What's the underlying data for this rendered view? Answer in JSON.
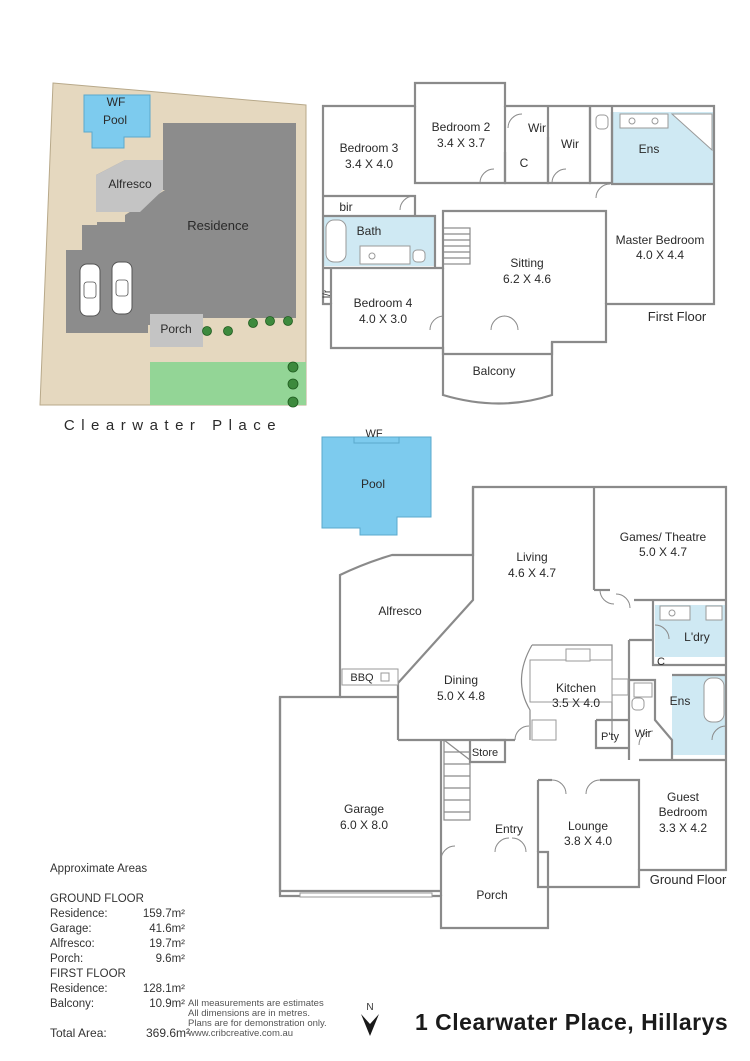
{
  "site_plan": {
    "street": "Clearwater Place",
    "labels": {
      "wf": "WF",
      "pool": "Pool",
      "alfresco": "Alfresco",
      "residence": "Residence",
      "porch": "Porch"
    }
  },
  "first_floor": {
    "title": "First Floor",
    "rooms": {
      "bedroom3": {
        "name": "Bedroom 3",
        "size": "3.4 X 4.0"
      },
      "bedroom2": {
        "name": "Bedroom 2",
        "size": "3.4 X 3.7"
      },
      "wir1": "Wir",
      "wir2": "Wir",
      "c": "C",
      "ens": "Ens",
      "bir": "bir",
      "bath": "Bath",
      "sitting": {
        "name": "Sitting",
        "size": "6.2 X 4.6"
      },
      "master": {
        "name": "Master Bedroom",
        "size": "4.0 X 4.4"
      },
      "bedroom4": {
        "name": "Bedroom 4",
        "size": "4.0 X 3.0"
      },
      "lr": "l/r",
      "balcony": "Balcony"
    }
  },
  "ground_floor": {
    "title": "Ground Floor",
    "rooms": {
      "wf": "WF",
      "pool": "Pool",
      "living": {
        "name": "Living",
        "size": "4.6 X 4.7"
      },
      "games": {
        "name": "Games/ Theatre",
        "size": "5.0 X 4.7"
      },
      "alfresco": "Alfresco",
      "ldry": "L'dry",
      "c": "C",
      "bbq": "BBQ",
      "dining": {
        "name": "Dining",
        "size": "5.0 X 4.8"
      },
      "kitchen": {
        "name": "Kitchen",
        "size": "3.5 X 4.0"
      },
      "ens": "Ens",
      "pty": "P'ty",
      "wir": "Wir",
      "store": "Store",
      "garage": {
        "name": "Garage",
        "size": "6.0 X 8.0"
      },
      "entry": "Entry",
      "lounge": {
        "name": "Lounge",
        "size": "3.8 X 4.0"
      },
      "guest": {
        "name": "Guest",
        "name2": "Bedroom",
        "size": "3.3 X 4.2"
      },
      "porch": "Porch"
    }
  },
  "areas": {
    "title": "Approximate Areas",
    "ground_heading": "GROUND FLOOR",
    "ground": [
      {
        "label": "Residence:",
        "value": "159.7m²"
      },
      {
        "label": "Garage:",
        "value": "41.6m²"
      },
      {
        "label": "Alfresco:",
        "value": "19.7m²"
      },
      {
        "label": "Porch:",
        "value": "9.6m²"
      }
    ],
    "first_heading": "FIRST FLOOR",
    "first": [
      {
        "label": "Residence:",
        "value": "128.1m²"
      },
      {
        "label": "Balcony:",
        "value": "10.9m²"
      }
    ],
    "total_label": "Total Area:",
    "total_value": "369.6m²"
  },
  "disclaimer": [
    "All measurements are estimates",
    "All dimensions are in metres.",
    "Plans are for demonstration only.",
    "www.cribcreative.com.au"
  ],
  "north_label": "N",
  "address": "1 Clearwater Place, Hillarys",
  "colors": {
    "pool": "#7dcbee",
    "lot": "#e5d8bf",
    "house": "#8c8c8c",
    "lawn": "#93d596",
    "tile": "#cfe9f3"
  }
}
